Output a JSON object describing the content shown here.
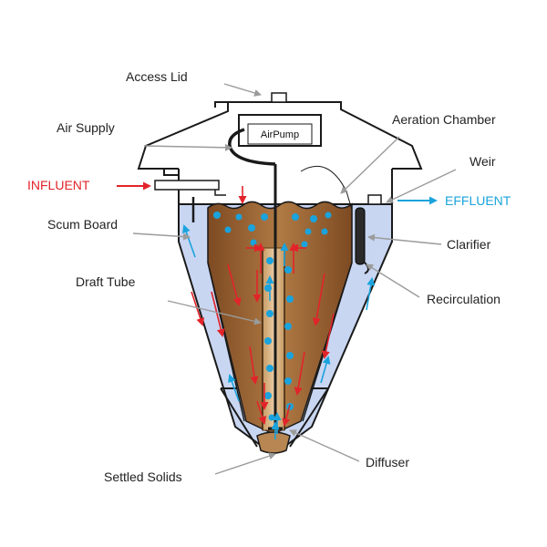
{
  "labels": {
    "access_lid": "Access Lid",
    "air_supply": "Air Supply",
    "air_pump": "AirPump",
    "aeration_chamber": "Aeration Chamber",
    "weir": "Weir",
    "influent": "INFLUENT",
    "effluent": "EFFLUENT",
    "scum_board": "Scum Board",
    "clarifier": "Clarifier",
    "draft_tube": "Draft Tube",
    "recirculation": "Recirculation",
    "settled_solids": "Settled Solids",
    "diffuser": "Diffuser"
  },
  "colors": {
    "influent": "#e2242a",
    "effluent": "#1aa3dc",
    "sludge": "#9a5f2e",
    "clarifier_water": "#c9d6f2",
    "bubbles": "#1aa3dc",
    "flow_red": "#e2242a",
    "flow_blue": "#1aa3dc",
    "leader_gray": "#9b9b9b",
    "outline": "#1a1a1a"
  }
}
